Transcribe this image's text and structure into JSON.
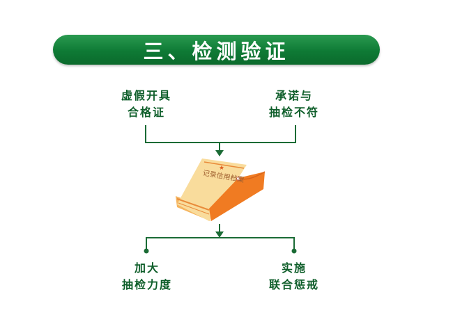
{
  "title": "三、检测验证",
  "inputs": [
    {
      "line1": "虚假开具",
      "line2": "合格证"
    },
    {
      "line1": "承诺与",
      "line2": "抽检不符"
    }
  ],
  "center": {
    "label": "记录信用档案"
  },
  "outputs": [
    {
      "line1": "加大",
      "line2": "抽检力度"
    },
    {
      "line1": "实施",
      "line2": "联合惩戒"
    }
  ],
  "colors": {
    "green": "#0e7a35",
    "line": "#1a6b35",
    "folder_light": "#f8d690",
    "folder_orange": "#f07b22"
  }
}
